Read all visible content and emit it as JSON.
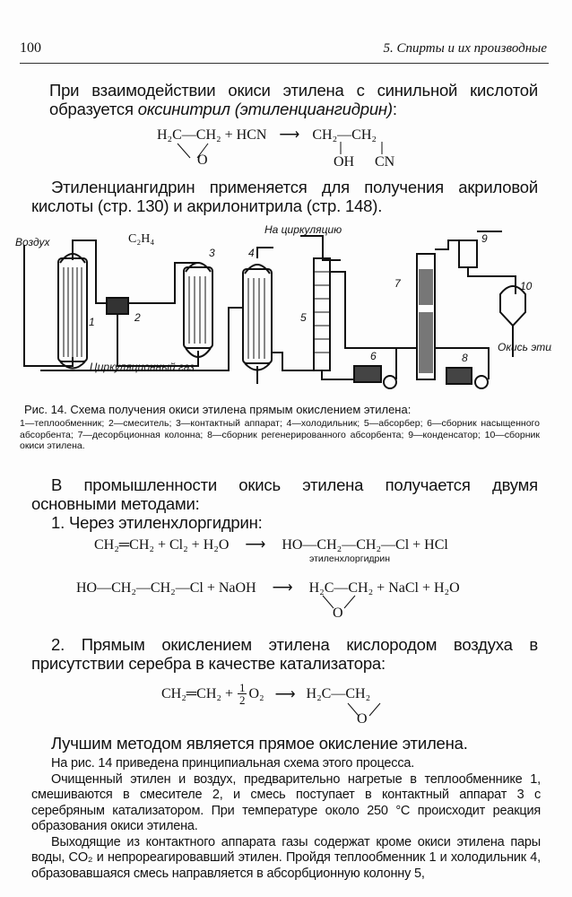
{
  "header": {
    "page_number": "100",
    "chapter": "5. Спирты и их производные"
  },
  "para1": {
    "text": "При взаимодействии окиси этилена с синильной кислотой образуется",
    "term": "оксинитрил (этиленциангидрин)",
    "end": ":"
  },
  "eq1": {
    "left": "H₂C—CH₂ + HCN",
    "arrow": "⟶",
    "right": "CH₂—CH₂",
    "ring_o": "O",
    "sub1": "OH",
    "sub2": "CN"
  },
  "para2": {
    "text": "Этиленциангидрин применяется для получения акриловой кислоты (стр. 130) и акрилонитрила (стр. 148)."
  },
  "figure": {
    "labels": {
      "air": "Воздух",
      "ethylene": "C₂H₄",
      "recirc_top": "На циркуляцию",
      "recirc_gas": "Циркуляционный газ",
      "product": "Окись этилена"
    },
    "numbers": [
      "1",
      "2",
      "3",
      "4",
      "5",
      "6",
      "7",
      "8",
      "9",
      "10"
    ],
    "caption_title": "Рис. 14. Схема получения окиси этилена прямым окислением этилена:",
    "legend": "1—теплообменник; 2—смеситель; 3—контактный аппарат; 4—холодильник; 5—абсорбер; 6—сборник насыщенного абсорбента; 7—десорбционная колонна; 8—сборник регенерированного абсорбента; 9—конденсатор; 10—сборник окиси этилена."
  },
  "para3": {
    "text": "В промышленности окись этилена получается двумя основными методами:"
  },
  "method1": {
    "title": "1. Через этиленхлоргидрин:",
    "eq_a_left": "CH₂═CH₂ + Cl₂ + H₂O",
    "eq_a_right": "HO—CH₂—CH₂—Cl + HCl",
    "eq_a_label": "этиленхлоргидрин",
    "eq_b_left": "HO—CH₂—CH₂—Cl + NaOH",
    "eq_b_right": "H₂C—CH₂ + NaCl + H₂O",
    "arrow": "⟶",
    "ring_o": "O"
  },
  "method2": {
    "title": "2. Прямым окислением этилена кислородом воздуха в присутствии серебра в качестве катализатора:",
    "eq_left": "CH₂═CH₂ +",
    "frac_num": "1",
    "frac_den": "2",
    "eq_o2": "O₂",
    "arrow": "⟶",
    "eq_right": "H₂C—CH₂",
    "ring_o": "O"
  },
  "para4": {
    "text": "Лучшим методом является прямое окисление этилена."
  },
  "body": {
    "p1": "На рис. 14 приведена принципиальная схема этого процесса.",
    "p2": "Очищенный этилен и воздух, предварительно нагретые в теплообменнике 1, смешиваются в смесителе 2, и смесь поступает в контактный аппарат 3 с серебряным катализатором. При температуре около 250 °C происходит реакция образования окиси этилена.",
    "p3": "Выходящие из контактного аппарата газы содержат кроме окиси этилена пары воды, CO₂ и непрореагировавший этилен. Пройдя теплообменник 1 и холодильник 4, образовавшаяся смесь направляется в абсорбционную колонну 5,"
  }
}
